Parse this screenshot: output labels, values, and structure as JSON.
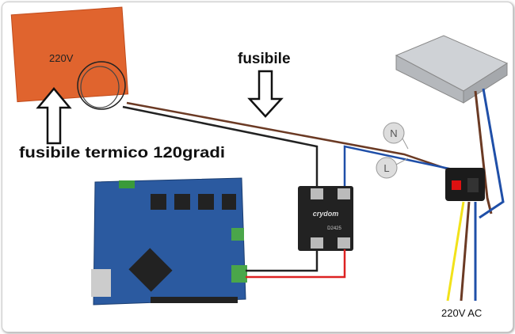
{
  "heater": {
    "label": "220V"
  },
  "fuse": {
    "label": "fusibile"
  },
  "thermal_fuse": {
    "label": "fusibile termico 120gradi"
  },
  "neutral": {
    "label": "N"
  },
  "line": {
    "label": "L"
  },
  "relay": {
    "brand": "crydom",
    "model": "D2425"
  },
  "mains": {
    "label": "220V AC"
  },
  "colors": {
    "heater": "#e0642e",
    "brown": "#6b3a24",
    "blue": "#1f4fa8",
    "red": "#d22",
    "yellow": "#f2e21a",
    "board": "#2b5aa0"
  }
}
